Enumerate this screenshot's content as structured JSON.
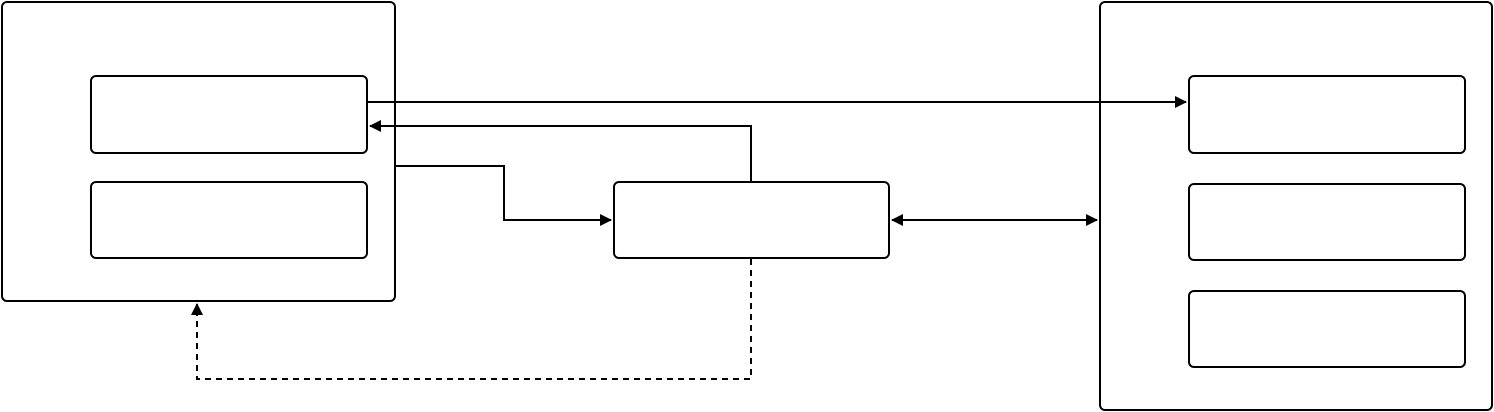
{
  "diagram": {
    "stroke_color": "#000000",
    "fill_color": "#ffffff",
    "nodes": [
      {
        "id": "left-container",
        "label": ""
      },
      {
        "id": "left-box-top",
        "label": ""
      },
      {
        "id": "left-box-bottom",
        "label": ""
      },
      {
        "id": "middle-box",
        "label": ""
      },
      {
        "id": "right-container",
        "label": ""
      },
      {
        "id": "right-box-1",
        "label": ""
      },
      {
        "id": "right-box-2",
        "label": ""
      },
      {
        "id": "right-box-3",
        "label": ""
      }
    ],
    "edges": [
      {
        "id": "left-top-to-right-box-1",
        "from": "left-box-top",
        "to": "right-box-1",
        "style": "solid",
        "direction": "forward"
      },
      {
        "id": "middle-to-left-top",
        "from": "middle-box",
        "to": "left-box-top",
        "style": "solid",
        "direction": "forward"
      },
      {
        "id": "left-container-to-middle",
        "from": "left-container",
        "to": "middle-box",
        "style": "solid",
        "direction": "forward"
      },
      {
        "id": "middle-right-container",
        "from": "middle-box",
        "to": "right-container",
        "style": "solid",
        "direction": "both"
      },
      {
        "id": "middle-to-left-container-dashed",
        "from": "middle-box",
        "to": "left-container",
        "style": "dashed",
        "direction": "forward"
      }
    ]
  }
}
